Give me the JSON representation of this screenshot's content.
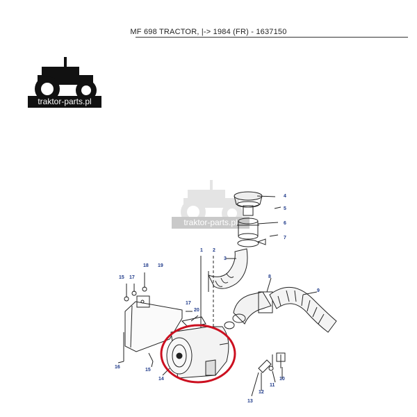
{
  "header": {
    "title": "MF 698 TRACTOR, |-> 1984 (FR) - 1637150"
  },
  "logo": {
    "text": "traktor-parts.pl"
  },
  "watermark": {
    "text": "traktor-parts.pl"
  },
  "callouts": [
    "1",
    "2",
    "3",
    "4",
    "5",
    "6",
    "7",
    "8",
    "9",
    "10",
    "11",
    "12",
    "13",
    "14",
    "15",
    "15",
    "16",
    "17",
    "17",
    "18",
    "19",
    "20"
  ],
  "colors": {
    "highlight": "#cc1020",
    "callout_text": "#1f3a8a",
    "line": "#222222"
  }
}
